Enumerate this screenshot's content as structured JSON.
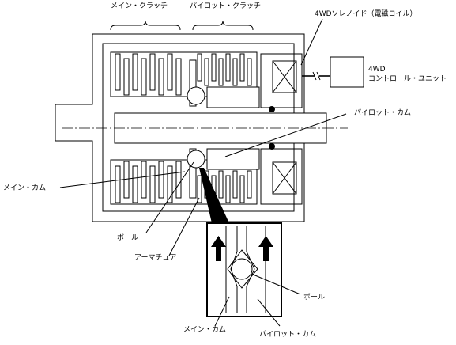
{
  "labels": {
    "main_clutch": "メイン・クラッチ",
    "pilot_clutch": "パイロット・クラッチ",
    "solenoid": "4WDソレノイド（電磁コイル）",
    "controller_line1": "4WD",
    "controller_line2": "コントロール・ユニット",
    "pilot_cam": "パイロット・カム",
    "main_cam": "メイン・カム",
    "ball": "ボール",
    "armature": "アーマチュア",
    "detail_ball": "ボール",
    "detail_main_cam": "メイン・カム",
    "detail_pilot_cam": "パイロット・カム"
  }
}
